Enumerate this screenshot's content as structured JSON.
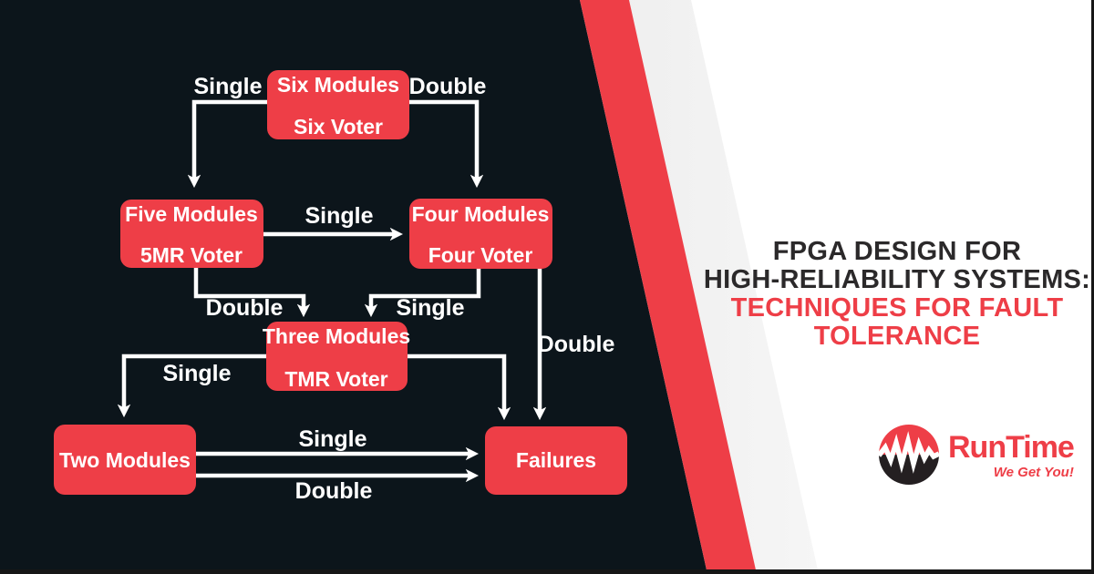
{
  "diagram": {
    "nodes": {
      "six": {
        "line1": "Six Modules",
        "line2": "Six Voter"
      },
      "five": {
        "line1": "Five Modules",
        "line2": "5MR Voter"
      },
      "four": {
        "line1": "Four Modules",
        "line2": "Four Voter"
      },
      "three": {
        "line1": "Three Modules",
        "line2": "TMR Voter"
      },
      "two": {
        "label": "Two Modules"
      },
      "failures": {
        "label": "Failures"
      }
    },
    "edges": {
      "six_to_five": "Single",
      "six_to_four": "Double",
      "five_to_four": "Single",
      "five_to_three": "Double",
      "four_to_three": "Single",
      "four_to_failures": "Double",
      "three_to_two": "Single",
      "two_to_failures_single": "Single",
      "two_to_failures_double": "Double"
    }
  },
  "title": {
    "line1": "FPGA DESIGN FOR",
    "line2": "HIGH-RELIABILITY SYSTEMS:",
    "line3": "TECHNIQUES FOR FAULT",
    "line4": "TOLERANCE"
  },
  "logo": {
    "brand": "RunTime",
    "tagline": "We Get You!",
    "icon": "pulse-waveform-icon"
  },
  "colors": {
    "red": "#EE3E47",
    "dark_background": "#0C151B",
    "title_ink": "#2B292A",
    "white": "#FFFFFF",
    "logo_dark": "#241F21"
  }
}
